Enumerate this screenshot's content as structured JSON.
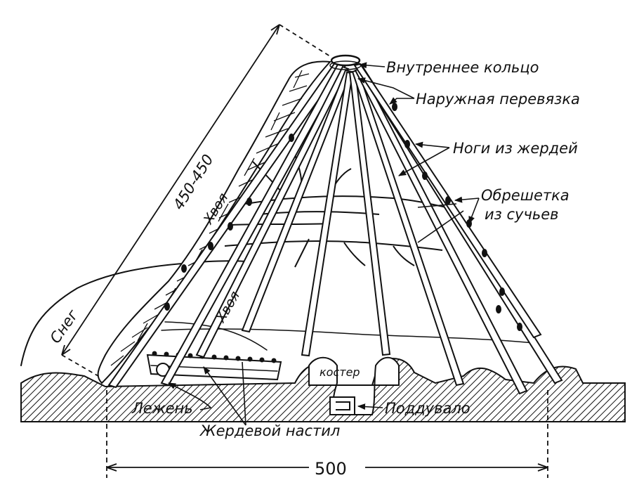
{
  "labels": {
    "inner_ring": "Внутреннее кольцо",
    "outer_binding": "Наружная перевязка",
    "pole_legs": "Ноги из жердей",
    "lattice_line1": "Обрешетка",
    "lattice_line2": "из сучьев",
    "needles_top": "Хвоя",
    "needles_bottom": "Хвоя",
    "snow": "Снег",
    "fire": "костер",
    "draft": "Поддувало",
    "log": "Лежень",
    "pole_floor": "Жердевой настил",
    "pole_length": "450-450",
    "base_width": "500"
  },
  "colors": {
    "ink": "#111111",
    "paper": "#ffffff"
  }
}
